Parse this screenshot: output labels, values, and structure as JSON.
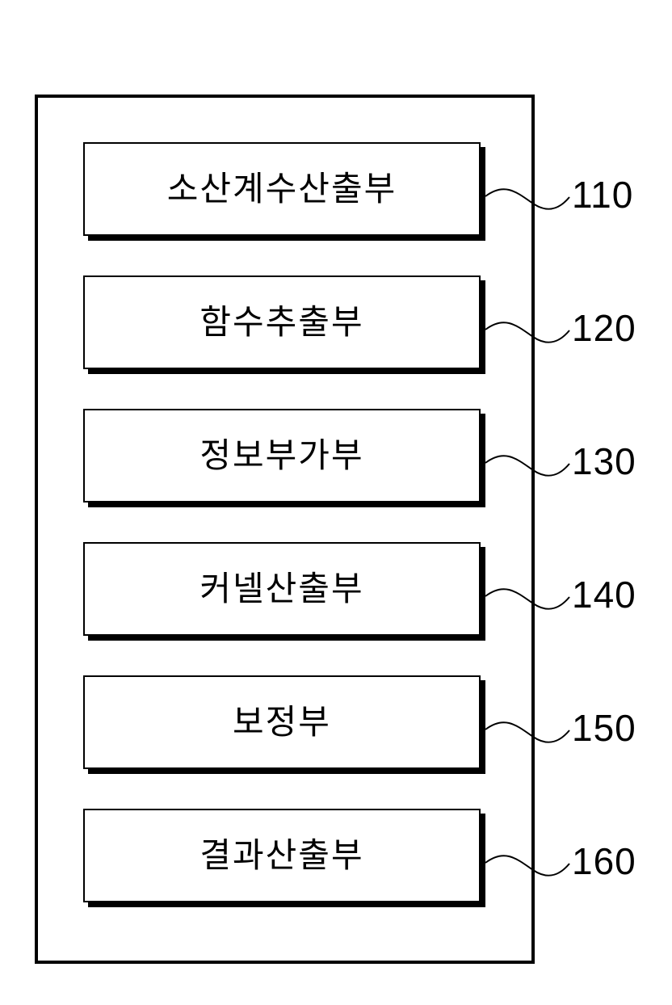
{
  "diagram": {
    "container": {
      "label": ""
    },
    "blocks": [
      {
        "label": "소산계수산출부",
        "ref": "110"
      },
      {
        "label": "함수추출부",
        "ref": "120"
      },
      {
        "label": "정보부가부",
        "ref": "130"
      },
      {
        "label": "커넬산출부",
        "ref": "140"
      },
      {
        "label": "보정부",
        "ref": "150"
      },
      {
        "label": "결과산출부",
        "ref": "160"
      }
    ]
  }
}
